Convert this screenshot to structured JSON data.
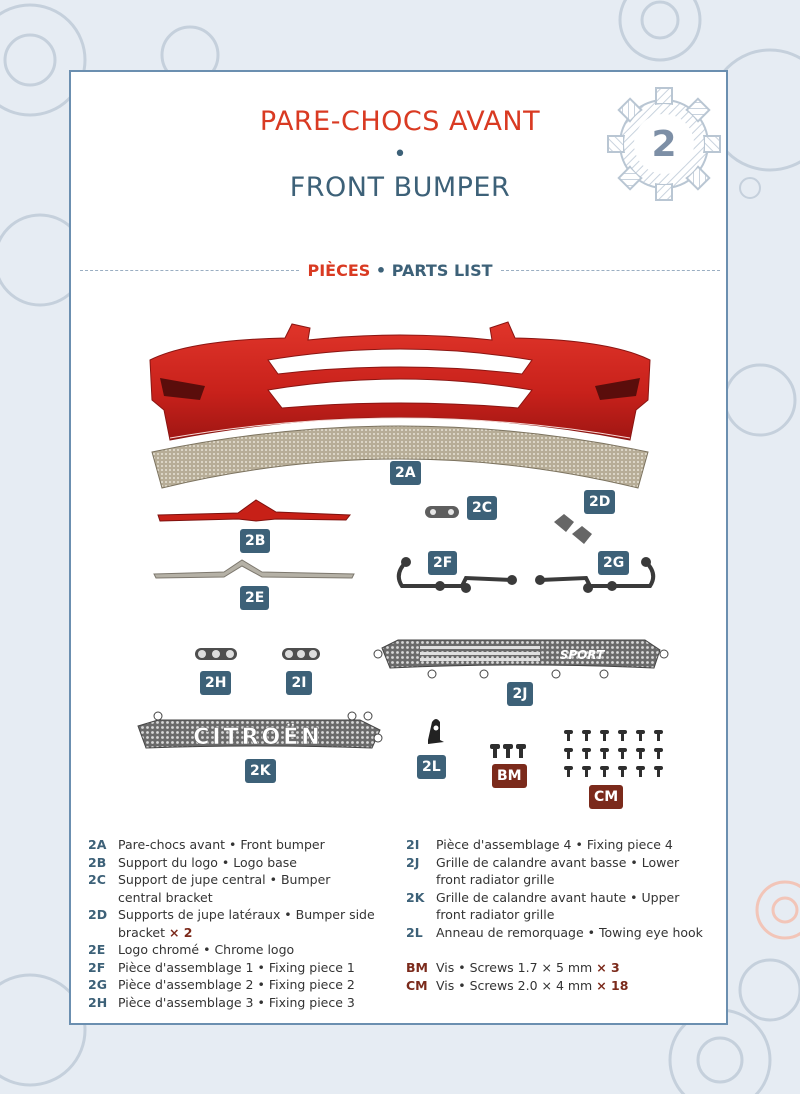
{
  "page": {
    "step_number": "2",
    "title_fr": "PARE-CHOCS AVANT",
    "title_separator": "•",
    "title_en": "FRONT BUMPER",
    "parts_heading_fr": "PIÈCES",
    "parts_heading_sep": "•",
    "parts_heading_en": "PARTS LIST"
  },
  "colors": {
    "accent_red": "#d93a22",
    "navy": "#3d6178",
    "brown": "#7b2a1b",
    "border": "#6b8fb0"
  },
  "grille_text": {
    "upper": "CITROËN",
    "lower": "SPORT"
  },
  "labels": {
    "2A": "2A",
    "2B": "2B",
    "2C": "2C",
    "2D": "2D",
    "2E": "2E",
    "2F": "2F",
    "2G": "2G",
    "2H": "2H",
    "2I": "2I",
    "2J": "2J",
    "2K": "2K",
    "2L": "2L",
    "BM": "BM",
    "CM": "CM"
  },
  "legend_left": [
    {
      "code": "2A",
      "text": "Pare-chocs avant • Front bumper"
    },
    {
      "code": "2B",
      "text": "Support du logo • Logo base"
    },
    {
      "code": "2C",
      "text": "Support de jupe central • Bumper central bracket"
    },
    {
      "code": "2D",
      "text": "Supports de jupe latéraux • Bumper side bracket",
      "qty": "× 2"
    },
    {
      "code": "2E",
      "text": "Logo chromé • Chrome logo"
    },
    {
      "code": "2F",
      "text": "Pièce d'assemblage 1 • Fixing piece 1"
    },
    {
      "code": "2G",
      "text": "Pièce d'assemblage 2 • Fixing piece 2"
    },
    {
      "code": "2H",
      "text": "Pièce d'assemblage 3 • Fixing piece 3"
    }
  ],
  "legend_right": [
    {
      "code": "2I",
      "text": "Pièce d'assemblage 4 • Fixing piece 4"
    },
    {
      "code": "2J",
      "text": "Grille de calandre avant basse • Lower front radiator grille"
    },
    {
      "code": "2K",
      "text": "Grille de calandre avant haute • Upper front radiator grille"
    },
    {
      "code": "2L",
      "text": "Anneau de remorquage • Towing eye hook"
    }
  ],
  "legend_screws": [
    {
      "code": "BM",
      "text": "Vis • Screws 1.7 × 5 mm",
      "qty": "× 3"
    },
    {
      "code": "CM",
      "text": "Vis • Screws 2.0 × 4 mm",
      "qty": "× 18"
    }
  ]
}
